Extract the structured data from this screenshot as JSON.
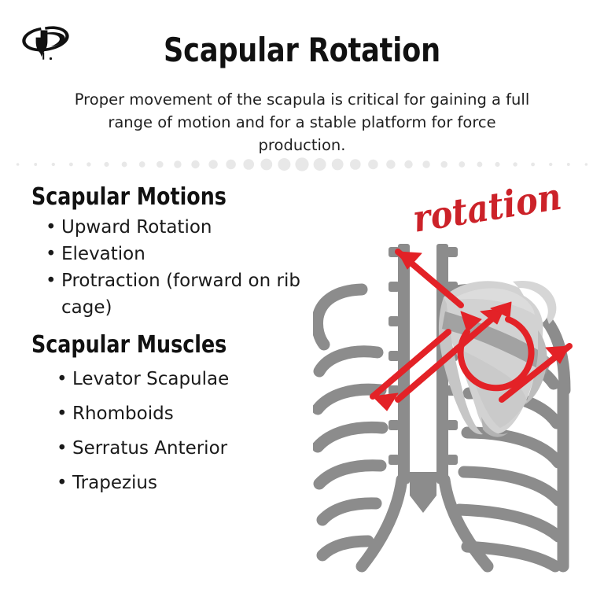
{
  "brand": {
    "logo_alt": "p-swoosh-logo"
  },
  "header": {
    "title": "Scapular Rotation",
    "subtitle": "Proper movement of the scapula is critical for gaining a full range of motion and for a stable platform for force production."
  },
  "sections": [
    {
      "heading": "Scapular Motions",
      "items": [
        "Upward Rotation",
        "Elevation",
        "Protraction (forward on rib cage)"
      ]
    },
    {
      "heading": "Scapular Muscles",
      "items": [
        "Levator Scapulae",
        "Rhomboids",
        "Serratus Anterior",
        "Trapezius"
      ]
    }
  ],
  "annotation": {
    "script_label": "rotation"
  },
  "illustration": {
    "name": "rib-cage-scapula-diagram",
    "parts": [
      "rib-cage",
      "spine",
      "scapula",
      "rotation-arrow",
      "elevation-arrow",
      "protraction-arrow"
    ]
  },
  "colors": {
    "accent_red": "#CC2229",
    "bone_gray": "#8C8C8C",
    "scapula_light": "#D2D2D2",
    "scapula_shade": "#B3B3B3",
    "dot_gray": "#E8E8E8",
    "text": "#1A1A1A",
    "background": "#FFFFFF"
  },
  "bullet_glyph": "•"
}
